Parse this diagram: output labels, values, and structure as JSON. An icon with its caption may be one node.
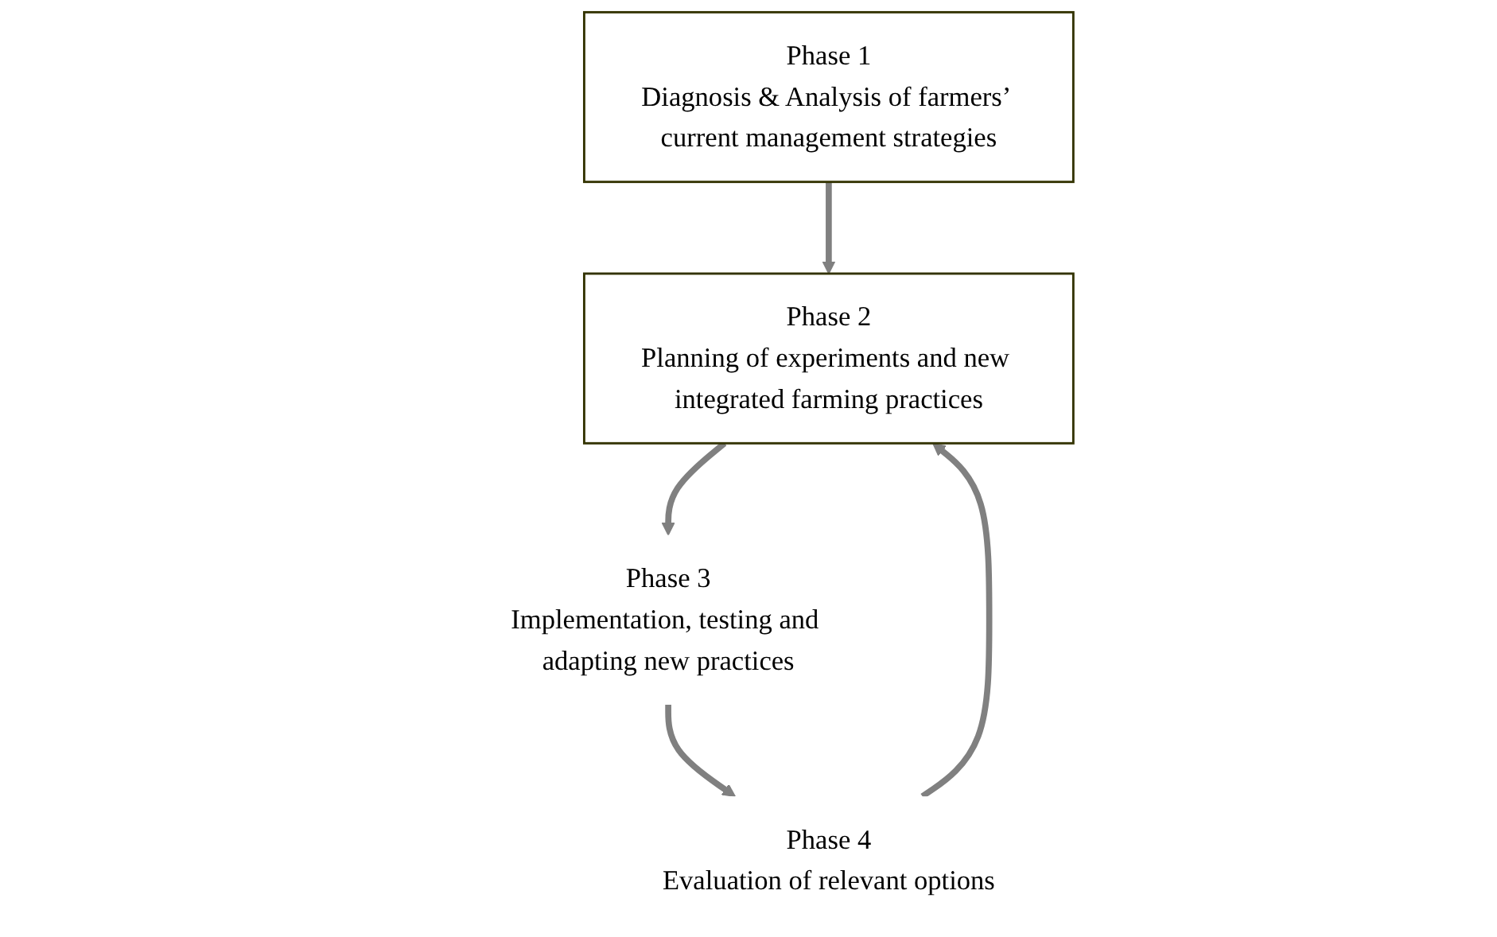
{
  "diagram": {
    "nodes": [
      {
        "text": [
          "Phase 1",
          "Diagnosis & Analysis of farmers’ current management strategies"
        ]
      },
      {
        "text": [
          "Phase 2",
          "Planning of experiments and new integrated farming practices"
        ]
      },
      {
        "text": [
          "Phase 3",
          "Implementation, testing and adapting new practices"
        ]
      },
      {
        "text": [
          "Phase 4",
          "Evaluation of relevant options"
        ]
      }
    ],
    "edges": [
      {
        "from": 0,
        "to": 1,
        "arrow": "to"
      },
      {
        "from": 1,
        "to": 2,
        "arrow": "to"
      },
      {
        "from": 2,
        "to": 3,
        "arrow": "to"
      },
      {
        "from": 3,
        "to": 1,
        "arrow": "to"
      }
    ]
  }
}
